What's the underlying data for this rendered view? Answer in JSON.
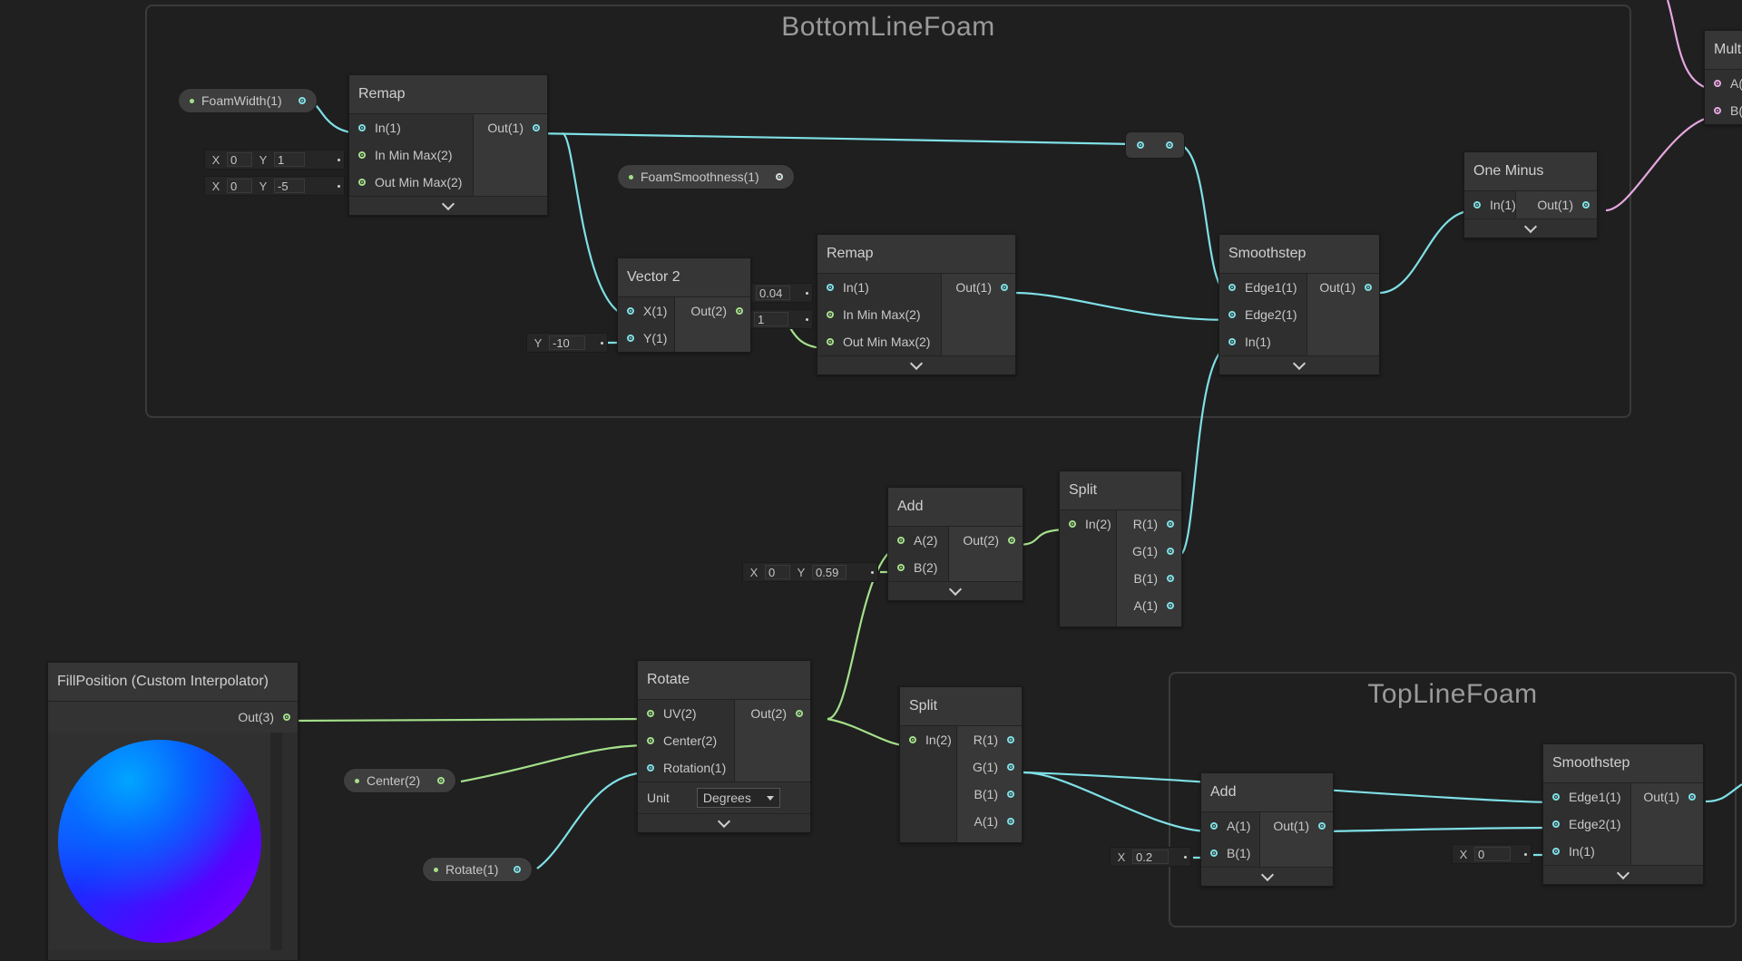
{
  "groups": {
    "bottom": "BottomLineFoam",
    "top": "TopLineFoam"
  },
  "nodes": {
    "remap1": {
      "title": "Remap",
      "in": [
        "In(1)",
        "In Min Max(2)",
        "Out Min Max(2)"
      ],
      "out": [
        "Out(1)"
      ]
    },
    "vector2": {
      "title": "Vector 2",
      "in": [
        "X(1)",
        "Y(1)"
      ],
      "out": [
        "Out(2)"
      ]
    },
    "remap2": {
      "title": "Remap",
      "in": [
        "In(1)",
        "In Min Max(2)",
        "Out Min Max(2)"
      ],
      "out": [
        "Out(1)"
      ]
    },
    "smoothstep1": {
      "title": "Smoothstep",
      "in": [
        "Edge1(1)",
        "Edge2(1)",
        "In(1)"
      ],
      "out": [
        "Out(1)"
      ]
    },
    "oneminus": {
      "title": "One Minus",
      "in": [
        "In(1)"
      ],
      "out": [
        "Out(1)"
      ]
    },
    "multiply": {
      "title": "Multi",
      "in": [
        "A(",
        "B("
      ]
    },
    "add1": {
      "title": "Add",
      "in": [
        "A(2)",
        "B(2)"
      ],
      "out": [
        "Out(2)"
      ]
    },
    "split1": {
      "title": "Split",
      "in": [
        "In(2)"
      ],
      "out": [
        "R(1)",
        "G(1)",
        "B(1)",
        "A(1)"
      ]
    },
    "fillpos": {
      "title": "FillPosition (Custom Interpolator)",
      "out": [
        "Out(3)"
      ]
    },
    "rotate": {
      "title": "Rotate",
      "in": [
        "UV(2)",
        "Center(2)",
        "Rotation(1)"
      ],
      "out": [
        "Out(2)"
      ],
      "unit_label": "Unit",
      "unit_value": "Degrees"
    },
    "split2": {
      "title": "Split",
      "in": [
        "In(2)"
      ],
      "out": [
        "R(1)",
        "G(1)",
        "B(1)",
        "A(1)"
      ]
    },
    "add2": {
      "title": "Add",
      "in": [
        "A(1)",
        "B(1)"
      ],
      "out": [
        "Out(1)"
      ]
    },
    "smoothstep2": {
      "title": "Smoothstep",
      "in": [
        "Edge1(1)",
        "Edge2(1)",
        "In(1)"
      ],
      "out": [
        "Out(1)"
      ]
    }
  },
  "properties": {
    "foamwidth": "FoamWidth(1)",
    "foamsmoothness": "FoamSmoothness(1)",
    "center": "Center(2)",
    "rotate": "Rotate(1)"
  },
  "fields": {
    "remap1_inminmax": {
      "x_label": "X",
      "x": "0",
      "y_label": "Y",
      "y": "1"
    },
    "remap1_outminmax": {
      "x_label": "X",
      "x": "0",
      "y_label": "Y",
      "y": "-5"
    },
    "vector2_y": {
      "label": "Y",
      "value": "-10"
    },
    "remap2_inminmax_x": {
      "label": "X",
      "value": "0.04"
    },
    "remap2_inminmax_y": {
      "value": "1"
    },
    "add1_b": {
      "x_label": "X",
      "x": "0",
      "y_label": "Y",
      "y": "0.59"
    },
    "add2_b": {
      "label": "X",
      "value": "0.2"
    },
    "smoothstep2_in": {
      "label": "X",
      "value": "0"
    }
  },
  "colors": {
    "background": "#202020",
    "wire_float": "#7fe0e6",
    "wire_vector2": "#a4e08a",
    "wire_vector4": "#e6a7e0"
  }
}
